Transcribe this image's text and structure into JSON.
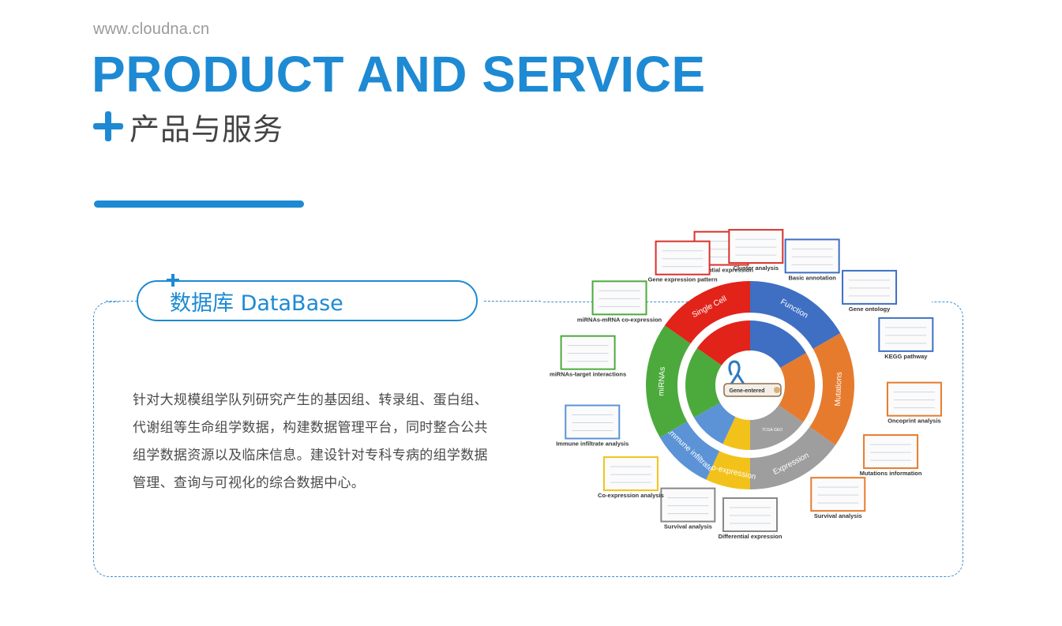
{
  "header": {
    "site_url": "www.cloudna.cn",
    "title": "PRODUCT AND SERVICE",
    "subtitle": "产品与服务"
  },
  "section": {
    "tab_label": "数据库 DataBase",
    "description": "针对大规模组学队列研究产生的基因组、转录组、蛋白组、代谢组等生命组学数据，构建数据管理平台，同时整合公共组学数据资源以及临床信息。建设针对专科专病的组学数据管理、查询与可视化的综合数据中心。"
  },
  "figure": {
    "ring_segments": [
      {
        "label": "Function",
        "color": "#3f6fc3"
      },
      {
        "label": "Mutations",
        "color": "#e67b2e"
      },
      {
        "label": "Expression",
        "color": "#9e9e9e"
      },
      {
        "label": "Co-expression",
        "color": "#f2c21b"
      },
      {
        "label": "Immune infiltrate",
        "color": "#5b93d6"
      },
      {
        "label": "miRNAs",
        "color": "#4caa3d"
      },
      {
        "label": "Single Cell",
        "color": "#e2231a"
      }
    ],
    "center_label": "Gene-entered",
    "inner_labels": {
      "tcga": "TCGA GEO"
    },
    "thumbnails": [
      {
        "label": "Differential expression",
        "color": "#d9322c"
      },
      {
        "label": "Basic annotation",
        "color": "#3f6fc3"
      },
      {
        "label": "Gene ontology",
        "color": "#3f6fc3"
      },
      {
        "label": "KEGG pathway",
        "color": "#3f6fc3"
      },
      {
        "label": "Oncoprint analysis",
        "color": "#e67b2e"
      },
      {
        "label": "Mutations information",
        "color": "#e67b2e"
      },
      {
        "label": "Survival analysis",
        "color": "#e67b2e"
      },
      {
        "label": "Differential expression",
        "color": "#888888"
      },
      {
        "label": "Survival analysis",
        "color": "#888888"
      },
      {
        "label": "Co-expression analysis",
        "color": "#f2c21b"
      },
      {
        "label": "Immune infiltrate analysis",
        "color": "#5b93d6"
      },
      {
        "label": "miRNAs-target interactions",
        "color": "#4caa3d"
      },
      {
        "label": "miRNAs-mRNA co-expression",
        "color": "#4caa3d"
      },
      {
        "label": "Gene expression pattern",
        "color": "#d9322c"
      },
      {
        "label": "Cluster analysis",
        "color": "#d9322c"
      }
    ]
  }
}
